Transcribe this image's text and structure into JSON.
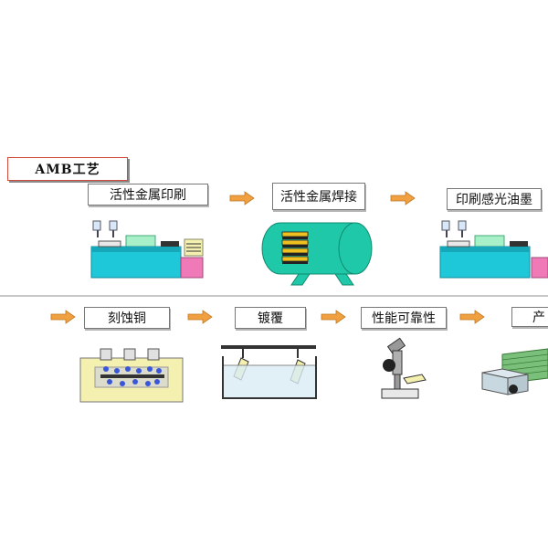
{
  "title": "AMB工艺",
  "row1": {
    "steps": [
      "活性金属印刷",
      "活性金属焊接",
      "印刷感光油墨"
    ]
  },
  "row2": {
    "steps": [
      "刻蚀铜",
      "镀覆",
      "性能可靠性",
      "产"
    ]
  },
  "colors": {
    "arrow": "#f0a040",
    "machine_cyan": "#1ec8d8",
    "machine_pink": "#f07ab8",
    "furnace_teal": "#1ec8a8",
    "tray_yellow": "#f4f0b0",
    "title_border": "#d24a3a"
  },
  "icons": [
    "printer-machine-icon",
    "vacuum-furnace-icon",
    "etching-tank-icon",
    "plating-tank-icon",
    "microscope-icon",
    "product-stack-icon"
  ]
}
